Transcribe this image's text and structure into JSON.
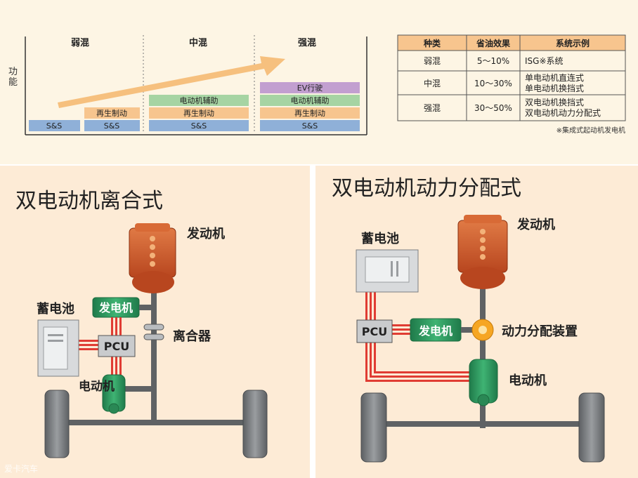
{
  "top_chart": {
    "y_axis_label": "功能",
    "sections": [
      {
        "label": "弱混"
      },
      {
        "label": "中混"
      },
      {
        "label": "强混"
      }
    ],
    "bars": {
      "weak_ss_1": "S&S",
      "weak_ss_2": "S&S",
      "weak_regen": "再生制动",
      "mid_ss": "S&S",
      "mid_regen": "再生制动",
      "mid_assist": "电动机辅助",
      "strong_ss": "S&S",
      "strong_regen": "再生制动",
      "strong_assist": "电动机辅助",
      "strong_ev": "EV行驶"
    },
    "colors": {
      "ss": "#8fb0d8",
      "regen": "#f7c58e",
      "assist": "#a6d4a3",
      "ev": "#c29fd0",
      "arrow": "#f6c07e"
    }
  },
  "table": {
    "headers": [
      "种类",
      "省油效果",
      "系统示例"
    ],
    "rows": [
      {
        "type": "弱混",
        "effect": "5～10%",
        "examples": [
          "ISG※系统"
        ]
      },
      {
        "type": "中混",
        "effect": "10～30%",
        "examples": [
          "单电动机直连式",
          "单电动机换挡式"
        ]
      },
      {
        "type": "强混",
        "effect": "30～50%",
        "examples": [
          "双电动机换挡式",
          "双电动机动力分配式"
        ]
      }
    ],
    "footnote": "※集成式起动机发电机",
    "header_color": "#f7c58e"
  },
  "left_diagram": {
    "title": "双电动机离合式",
    "engine": "发动机",
    "battery": "蓄电池",
    "generator": "发电机",
    "pcu": "PCU",
    "clutch": "离合器",
    "motor": "电动机"
  },
  "right_diagram": {
    "title": "双电动机动力分配式",
    "engine": "发动机",
    "battery": "蓄电池",
    "pcu": "PCU",
    "generator": "发电机",
    "power_split": "动力分配装置",
    "motor": "电动机"
  },
  "watermark": "爱卡汽车",
  "colors": {
    "panel_bg": "#fdebd6",
    "top_bg": "#fdf5e4",
    "engine": "#c7552a",
    "green": "#2e9960",
    "red_wire": "#e03c33",
    "gray_shaft": "#5f6264",
    "wheel": "#7c7f82"
  }
}
